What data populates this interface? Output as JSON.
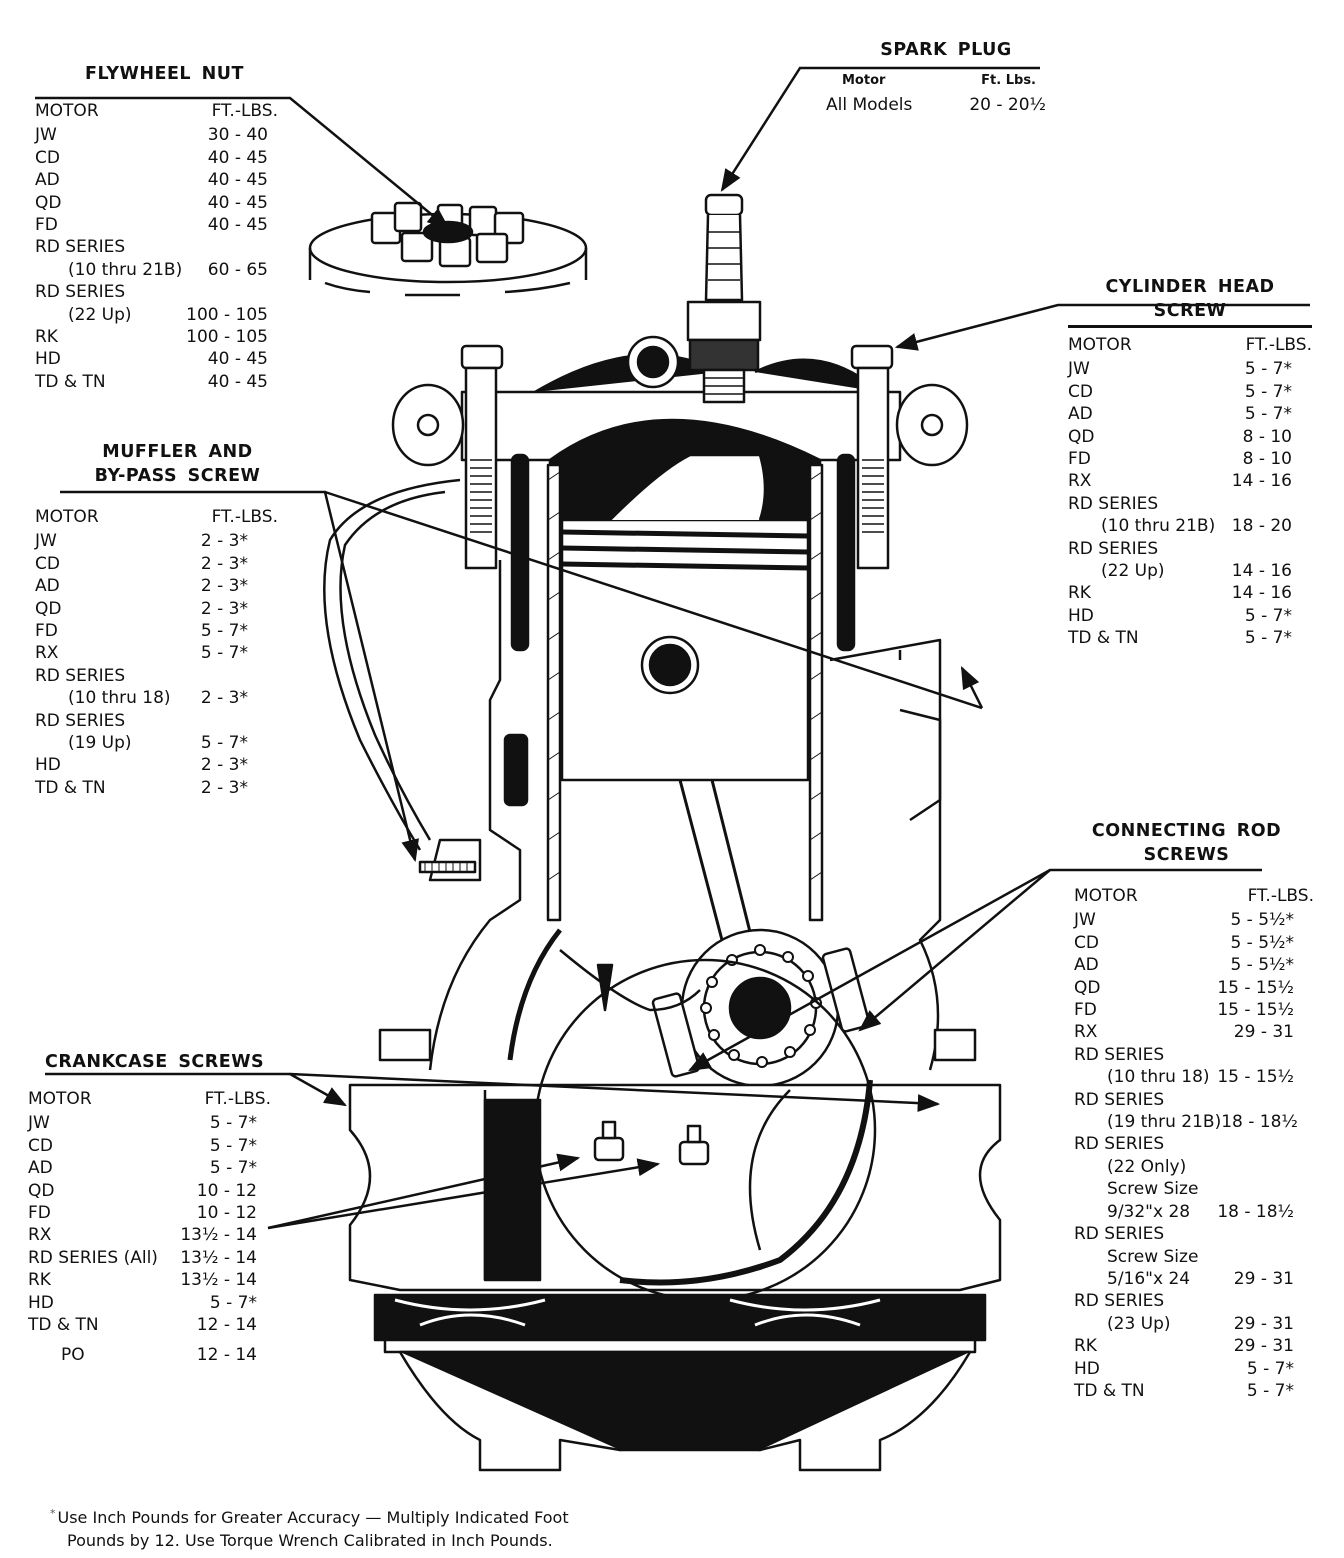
{
  "page": {
    "footnote": {
      "marker": "*",
      "line1": "Use Inch Pounds for Greater Accuracy — Multiply Indicated Foot",
      "line2": "Pounds by 12.  Use Torque Wrench Calibrated in Inch Pounds."
    }
  },
  "diagram": {
    "subject": "cut-away outboard engine powerhead",
    "icons": [
      "flywheel-nut-icon",
      "spark-plug-icon",
      "piston-icon",
      "connecting-rod-icon",
      "crankshaft-bearing-icon",
      "crankcase-icon"
    ]
  },
  "flywheel_nut": {
    "title": "FLYWHEEL NUT",
    "col_motor": "MOTOR",
    "col_value": "FT.-LBS.",
    "rows": [
      {
        "motor": "JW",
        "value": "30 - 40"
      },
      {
        "motor": "CD",
        "value": "40 - 45"
      },
      {
        "motor": "AD",
        "value": "40 - 45"
      },
      {
        "motor": "QD",
        "value": "40 - 45"
      },
      {
        "motor": "FD",
        "value": "40 - 45"
      },
      {
        "motor": "RD SERIES",
        "value": ""
      },
      {
        "motor": "(10 thru 21B)",
        "value": "60 - 65"
      },
      {
        "motor": "RD SERIES",
        "value": ""
      },
      {
        "motor": "(22 Up)",
        "value": "100 - 105"
      },
      {
        "motor": "RK",
        "value": "100 - 105"
      },
      {
        "motor": "HD",
        "value": "40 - 45"
      },
      {
        "motor": "TD & TN",
        "value": "40 - 45"
      }
    ]
  },
  "spark_plug": {
    "title": "SPARK PLUG",
    "col_motor": "Motor",
    "col_value": "Ft. Lbs.",
    "rows": [
      {
        "motor": "All Models",
        "value": "20 - 20½"
      }
    ]
  },
  "cylinder_head_screw": {
    "title": "CYLINDER HEAD SCREW",
    "col_motor": "MOTOR",
    "col_value": "FT.-LBS.",
    "rows": [
      {
        "motor": "JW",
        "value": "5 - 7*"
      },
      {
        "motor": "CD",
        "value": "5 - 7*"
      },
      {
        "motor": "AD",
        "value": "5 - 7*"
      },
      {
        "motor": "QD",
        "value": "8 - 10"
      },
      {
        "motor": "FD",
        "value": "8 - 10"
      },
      {
        "motor": "RX",
        "value": "14 - 16"
      },
      {
        "motor": "RD SERIES",
        "value": ""
      },
      {
        "motor": "(10 thru 21B)",
        "value": "18 - 20"
      },
      {
        "motor": "RD SERIES",
        "value": ""
      },
      {
        "motor": "(22 Up)",
        "value": "14 - 16"
      },
      {
        "motor": "RK",
        "value": "14 - 16"
      },
      {
        "motor": "HD",
        "value": "5 - 7*"
      },
      {
        "motor": "TD & TN",
        "value": "5 - 7*"
      }
    ]
  },
  "muffler_bypass_screw": {
    "title_line1": "MUFFLER AND",
    "title_line2": "BY-PASS SCREW",
    "col_motor": "MOTOR",
    "col_value": "FT.-LBS.",
    "rows": [
      {
        "motor": "JW",
        "value": "2 - 3*"
      },
      {
        "motor": "CD",
        "value": "2 - 3*"
      },
      {
        "motor": "AD",
        "value": "2 - 3*"
      },
      {
        "motor": "QD",
        "value": "2 - 3*"
      },
      {
        "motor": "FD",
        "value": "5 - 7*"
      },
      {
        "motor": "RX",
        "value": "5 - 7*"
      },
      {
        "motor": "RD SERIES",
        "value": ""
      },
      {
        "motor": "(10 thru 18)",
        "value": "2 - 3*"
      },
      {
        "motor": "RD SERIES",
        "value": ""
      },
      {
        "motor": "(19 Up)",
        "value": "5 - 7*"
      },
      {
        "motor": "HD",
        "value": "2 - 3*"
      },
      {
        "motor": "TD & TN",
        "value": "2 - 3*"
      }
    ]
  },
  "connecting_rod_screws": {
    "title_line1": "CONNECTING ROD",
    "title_line2": "SCREWS",
    "col_motor": "MOTOR",
    "col_value": "FT.-LBS.",
    "rows": [
      {
        "motor": "JW",
        "value": "5 - 5½*"
      },
      {
        "motor": "CD",
        "value": "5 - 5½*"
      },
      {
        "motor": "AD",
        "value": "5 - 5½*"
      },
      {
        "motor": "QD",
        "value": "15 - 15½"
      },
      {
        "motor": "FD",
        "value": "15 - 15½"
      },
      {
        "motor": "RX",
        "value": "29 - 31"
      },
      {
        "motor": "RD SERIES",
        "value": ""
      },
      {
        "motor": "(10 thru 18)",
        "value": "15 - 15½"
      },
      {
        "motor": "RD SERIES",
        "value": ""
      },
      {
        "motor": "(19 thru 21B)",
        "value": "18 - 18½"
      },
      {
        "motor": "RD SERIES",
        "value": ""
      },
      {
        "motor": "(22 Only)",
        "value": ""
      },
      {
        "motor": "Screw Size",
        "value": ""
      },
      {
        "motor": "9/32\"x 28",
        "value": "18 - 18½"
      },
      {
        "motor": "RD SERIES",
        "value": ""
      },
      {
        "motor": "Screw Size",
        "value": ""
      },
      {
        "motor": "5/16\"x 24",
        "value": "29 - 31"
      },
      {
        "motor": "RD SERIES",
        "value": ""
      },
      {
        "motor": "(23 Up)",
        "value": "29 - 31"
      },
      {
        "motor": "RK",
        "value": "29 - 31"
      },
      {
        "motor": "HD",
        "value": "5 - 7*"
      },
      {
        "motor": "TD & TN",
        "value": "5 - 7*"
      }
    ]
  },
  "crankcase_screws": {
    "title": "CRANKCASE SCREWS",
    "col_motor": "MOTOR",
    "col_value": "FT.-LBS.",
    "rows": [
      {
        "motor": "JW",
        "value": "5 - 7*"
      },
      {
        "motor": "CD",
        "value": "5 - 7*"
      },
      {
        "motor": "AD",
        "value": "5 - 7*"
      },
      {
        "motor": "QD",
        "value": "10 - 12"
      },
      {
        "motor": "FD",
        "value": "10 - 12"
      },
      {
        "motor": "RX",
        "value": "13½ - 14"
      },
      {
        "motor": "RD SERIES (All)",
        "value": "13½ - 14"
      },
      {
        "motor": "RK",
        "value": "13½ - 14"
      },
      {
        "motor": "HD",
        "value": "5 - 7*"
      },
      {
        "motor": "TD & TN",
        "value": "12 - 14"
      },
      {
        "motor": "",
        "value": ""
      },
      {
        "motor": "PO",
        "value": "12 - 14"
      }
    ]
  }
}
